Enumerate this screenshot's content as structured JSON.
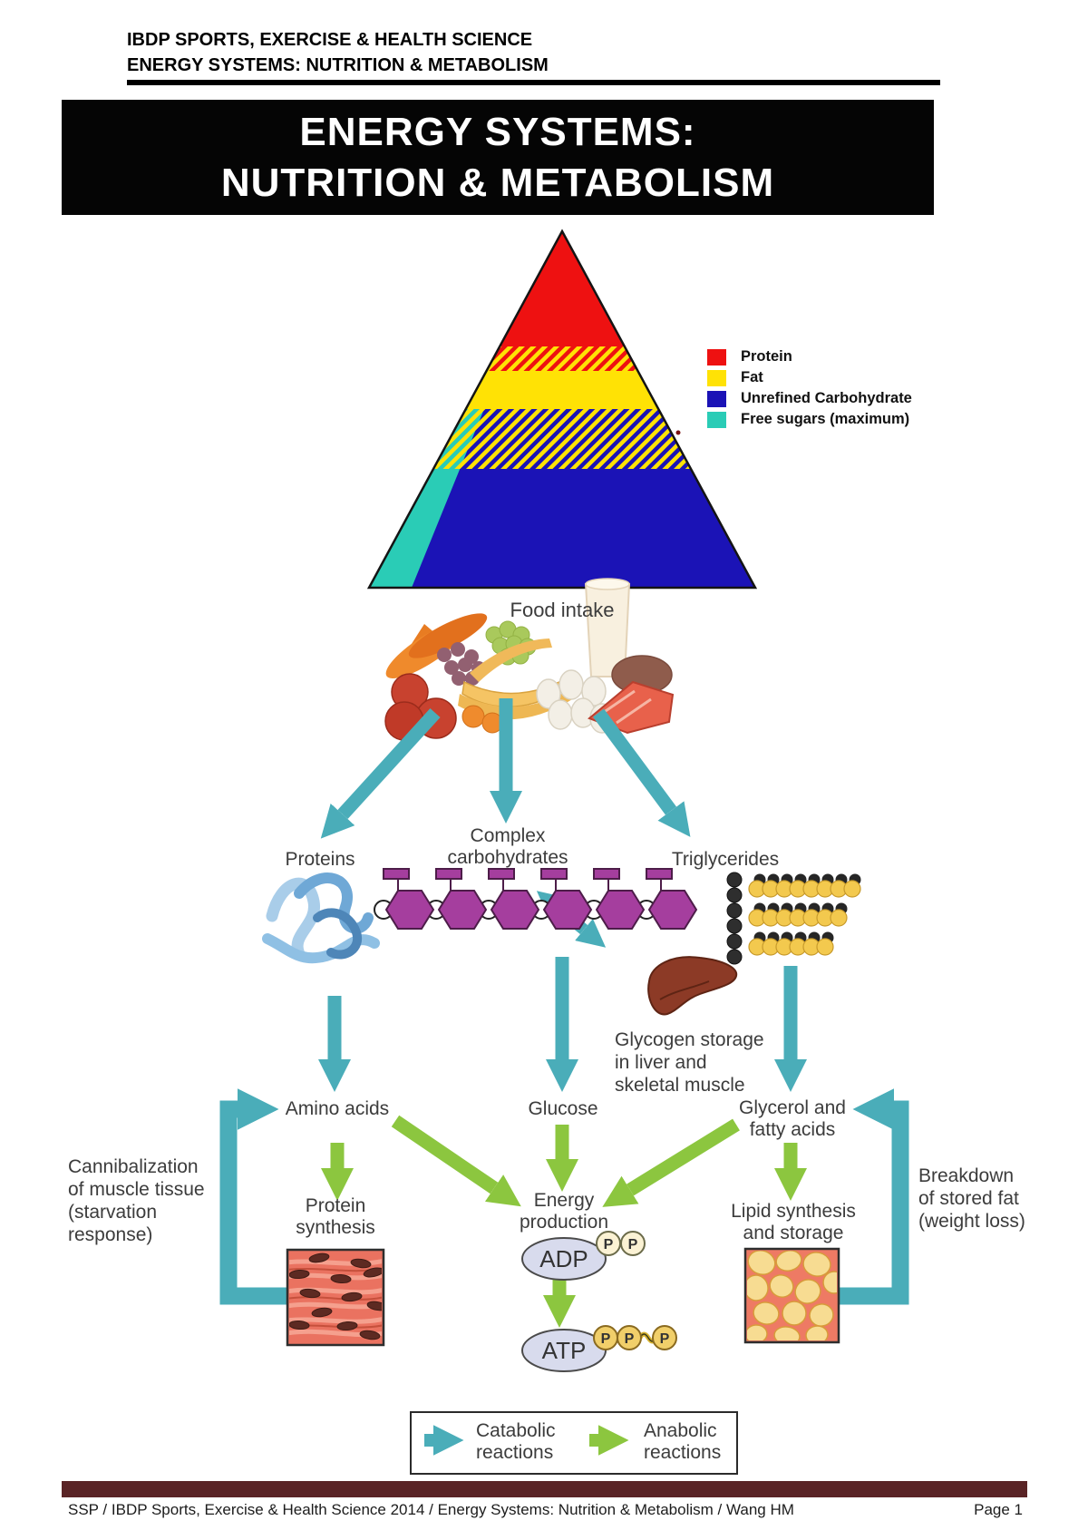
{
  "header": {
    "line1": "IBDP SPORTS, EXERCISE & HEALTH SCIENCE",
    "line2": "ENERGY SYSTEMS: NUTRITION & METABOLISM"
  },
  "banner": {
    "line1": "ENERGY SYSTEMS:",
    "line2": "NUTRITION & METABOLISM"
  },
  "pyramid_legend": {
    "items": [
      {
        "label": "Protein",
        "color": "#ee1111"
      },
      {
        "label": "Fat",
        "color": "#ffe205"
      },
      {
        "label": "Unrefined Carbohydrate",
        "color": "#1b13b6"
      },
      {
        "label": "Free sugars (maximum)",
        "color": "#2accb6"
      }
    ]
  },
  "diagram": {
    "food_intake": "Food intake",
    "proteins": "Proteins",
    "complex_carbohydrates": {
      "line1": "Complex",
      "line2": "carbohydrates"
    },
    "triglycerides": "Triglycerides",
    "glycogen": {
      "line1": "Glycogen storage",
      "line2": "in liver and",
      "line3": "skeletal muscle"
    },
    "amino_acids": "Amino acids",
    "glucose": "Glucose",
    "glycerol": {
      "line1": "Glycerol and",
      "line2": "fatty acids"
    },
    "cannibalization": {
      "line1": "Cannibalization",
      "line2": "of muscle tissue",
      "line3": "(starvation",
      "line4": "response)"
    },
    "breakdown": {
      "line1": "Breakdown",
      "line2": "of stored fat",
      "line3": "(weight loss)"
    },
    "protein_synthesis": {
      "line1": "Protein",
      "line2": "synthesis"
    },
    "energy_production": {
      "line1": "Energy",
      "line2": "production"
    },
    "lipid_synthesis": {
      "line1": "Lipid synthesis",
      "line2": "and storage"
    },
    "adp": "ADP",
    "atp": "ATP",
    "p": "P"
  },
  "reaction_legend": {
    "catabolic": {
      "line1": "Catabolic",
      "line2": "reactions"
    },
    "anabolic": {
      "line1": "Anabolic",
      "line2": "reactions"
    }
  },
  "footer": {
    "text": "SSP / IBDP Sports, Exercise & Health Science 2014 / Energy Systems: Nutrition & Metabolism / Wang HM",
    "page": "Page 1"
  },
  "colors": {
    "catabolic_arrow": "#4aadb9",
    "anabolic_arrow": "#8cc63f",
    "banner_bg": "#050505",
    "footer_bar": "#5a2426"
  }
}
